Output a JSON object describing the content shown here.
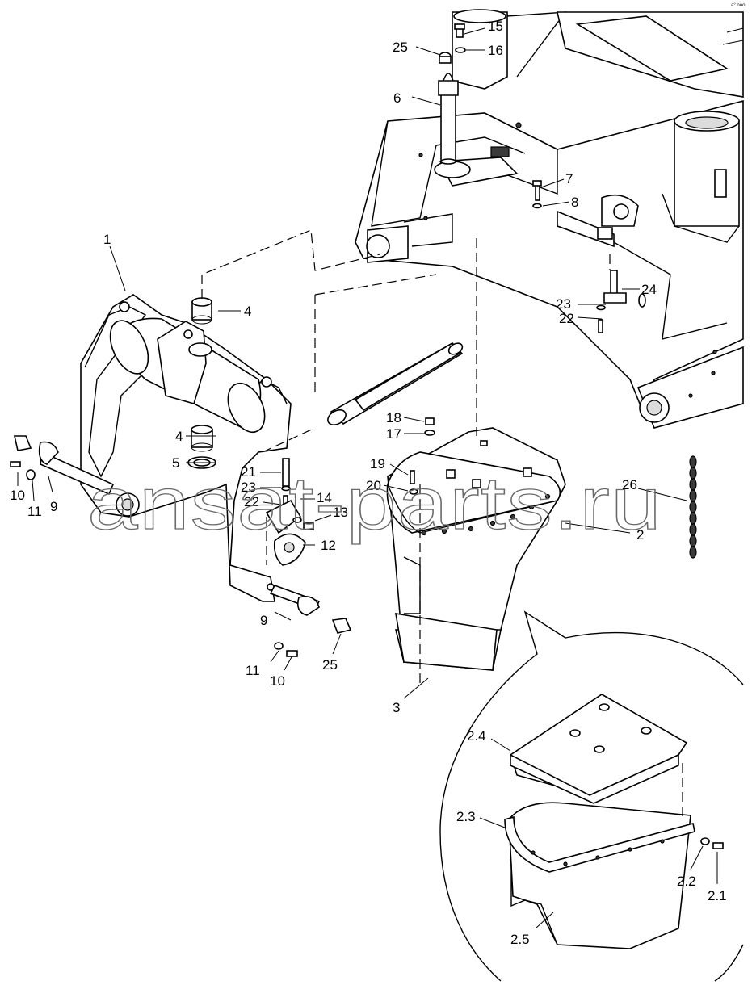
{
  "watermark": "ansat-parts.ru",
  "corner_mark": "a° ooo",
  "callouts": {
    "c1": "1",
    "c2": "2",
    "c3": "3",
    "c4a": "4",
    "c4b": "4",
    "c5": "5",
    "c6": "6",
    "c7": "7",
    "c8": "8",
    "c9a": "9",
    "c9b": "9",
    "c10a": "10",
    "c10b": "10",
    "c11a": "11",
    "c11b": "11",
    "c12": "12",
    "c13": "13",
    "c14": "14",
    "c15": "15",
    "c16": "16",
    "c17": "17",
    "c18": "18",
    "c19": "19",
    "c20": "20",
    "c21": "21",
    "c22a": "22",
    "c22b": "22",
    "c23a": "23",
    "c23b": "23",
    "c24": "24",
    "c25a": "25",
    "c25b": "25",
    "c26": "26",
    "d21": "2.1",
    "d22": "2.2",
    "d23": "2.3",
    "d24": "2.4",
    "d25": "2.5"
  }
}
